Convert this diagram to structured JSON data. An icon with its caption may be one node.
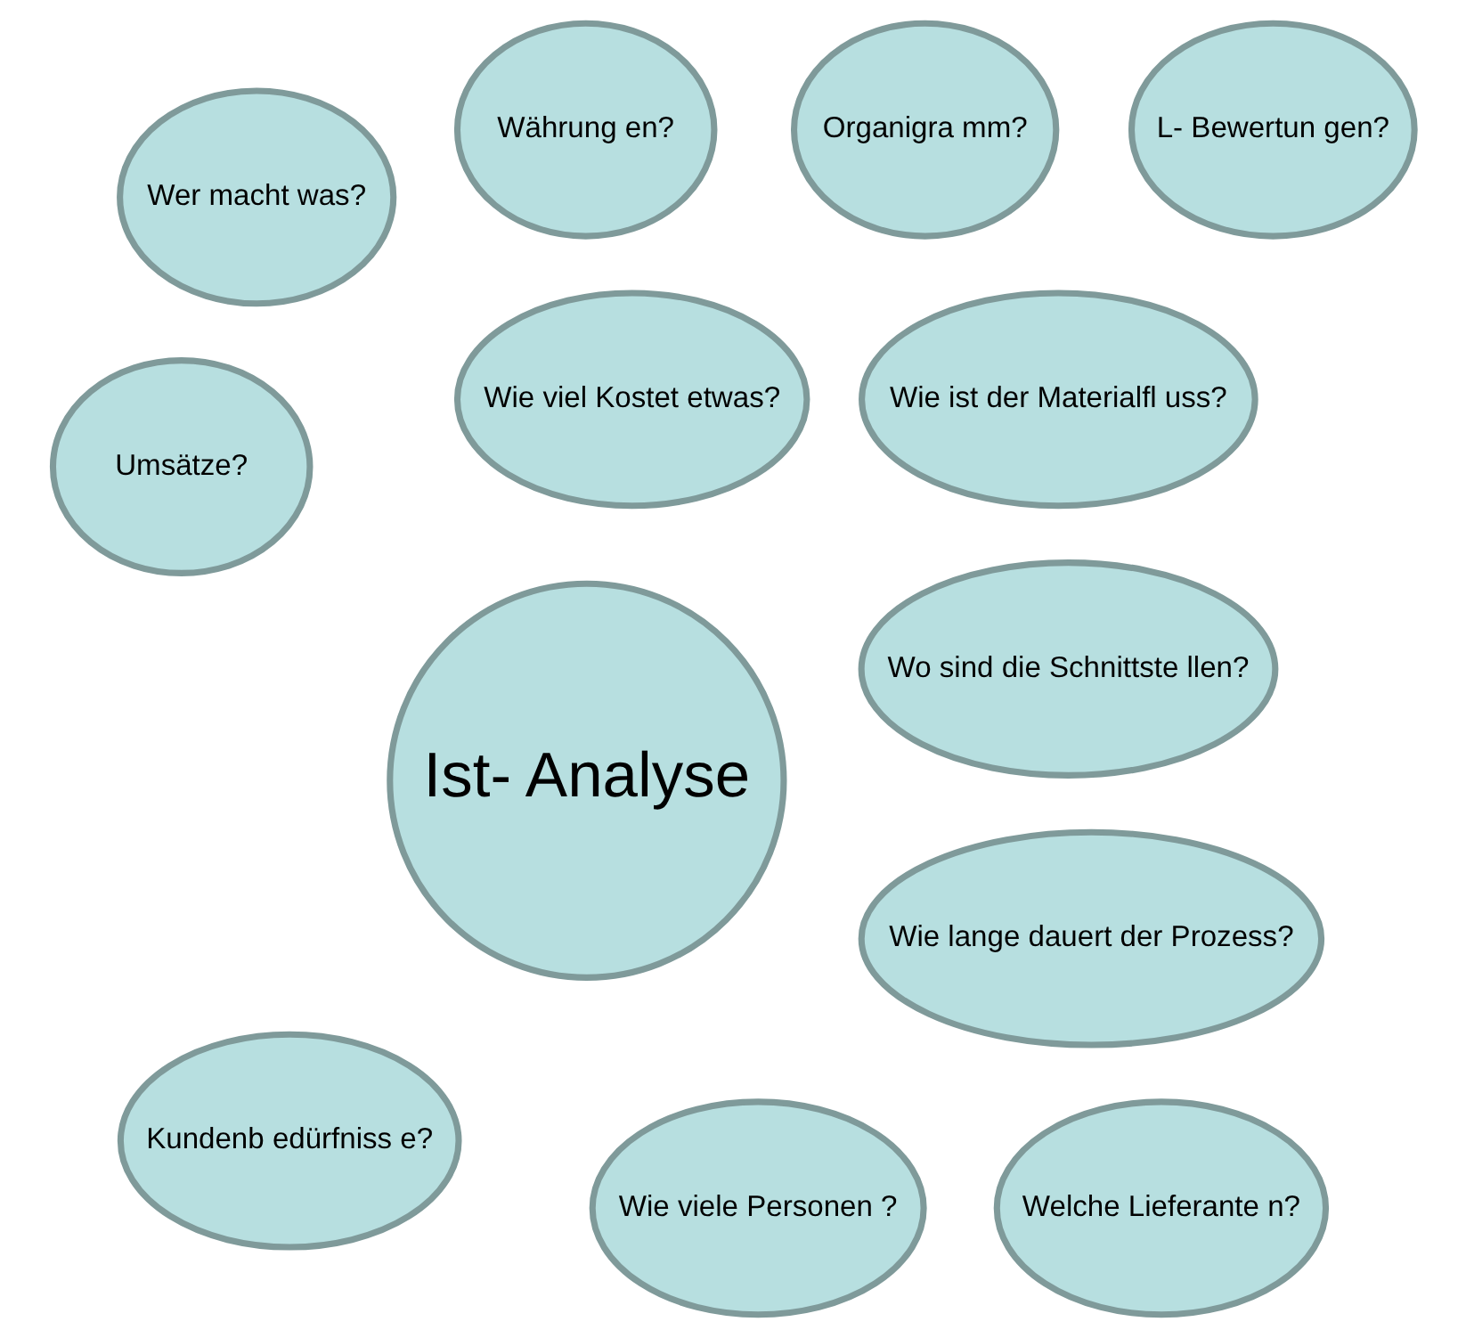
{
  "diagram": {
    "nodes": [
      {
        "text": [
          "Wie viele Personen ?"
        ]
      },
      {
        "text": [
          "Wie ist der Materialfl uss?"
        ]
      },
      {
        "text": [
          "Wie lange dauert der Prozess?"
        ]
      },
      {
        "text": [
          "Welche Lieferante n?"
        ]
      },
      {
        "text": [
          "Wer macht was?"
        ]
      },
      {
        "text": [
          "Ist- Analyse"
        ]
      },
      {
        "text": [
          "Organigra mm?"
        ]
      },
      {
        "text": [
          "Währung en?"
        ]
      },
      {
        "text": [
          "Wie viel Kostet etwas?"
        ]
      },
      {
        "text": [
          "Umsätze?"
        ]
      },
      {
        "text": [
          "L- Bewertun gen?"
        ]
      },
      {
        "text": [
          "Wo sind die Schnittste llen?"
        ]
      },
      {
        "text": [
          "Kundenb edürfniss e?"
        ]
      }
    ],
    "edges": []
  }
}
